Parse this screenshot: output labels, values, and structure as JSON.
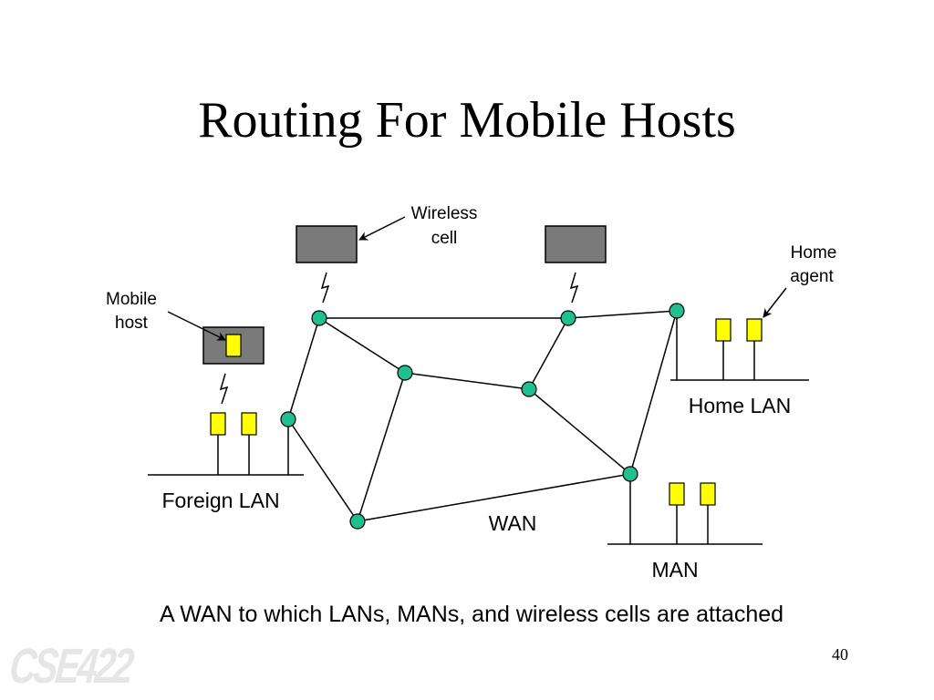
{
  "slide": {
    "title": "Routing For Mobile Hosts",
    "caption": "A WAN to which LANs, MANs, and wireless cells are attached",
    "page_number": "40",
    "logo_text": "CSE422"
  },
  "diagram": {
    "labels": {
      "wireless_cell_line1": "Wireless",
      "wireless_cell_line2": "cell",
      "mobile_host_line1": "Mobile",
      "mobile_host_line2": "host",
      "home_agent_line1": "Home",
      "home_agent_line2": "agent",
      "home_lan": "Home LAN",
      "foreign_lan": "Foreign LAN",
      "wan": "WAN",
      "man": "MAN"
    },
    "colors": {
      "router": "#1fbf8f",
      "host": "#ffff00",
      "cell": "#7a7a7a",
      "line": "#000000"
    },
    "nodes": [
      "router-top-left",
      "router-top-right",
      "router-far-right",
      "router-left",
      "router-center-left",
      "router-center-right",
      "router-bottom-left",
      "router-bottom-right"
    ],
    "edges": [
      [
        "router-top-left",
        "router-top-right"
      ],
      [
        "router-top-right",
        "router-far-right"
      ],
      [
        "router-top-left",
        "router-left"
      ],
      [
        "router-top-left",
        "router-center-left"
      ],
      [
        "router-center-left",
        "router-center-right"
      ],
      [
        "router-top-right",
        "router-center-right"
      ],
      [
        "router-center-right",
        "router-bottom-right"
      ],
      [
        "router-far-right",
        "router-bottom-right"
      ],
      [
        "router-left",
        "router-bottom-left"
      ],
      [
        "router-center-left",
        "router-bottom-left"
      ],
      [
        "router-bottom-left",
        "router-bottom-right"
      ]
    ]
  }
}
